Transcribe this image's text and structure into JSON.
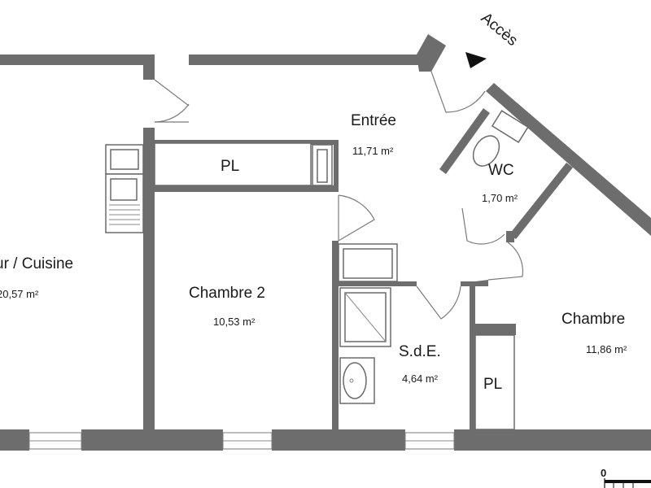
{
  "rooms": {
    "sejour": {
      "name": "ur / Cuisine",
      "area": "20,57 m²"
    },
    "chambre2": {
      "name": "Chambre 2",
      "area": "10,53 m²"
    },
    "entree": {
      "name": "Entrée",
      "area": "11,71 m²"
    },
    "wc": {
      "name": "WC",
      "area": "1,70 m²"
    },
    "sde": {
      "name": "S.d.E.",
      "area": "4,64 m²"
    },
    "chambre1": {
      "name": "Chambre",
      "area": "11,86 m²"
    }
  },
  "closets": {
    "pl_top": "PL",
    "pl_right": "PL"
  },
  "access": {
    "label": "Accès"
  },
  "scale": {
    "zero": "0"
  },
  "colors": {
    "wall": "#6d6d6d",
    "text": "#1a1a1a",
    "background": "#ffffff"
  }
}
